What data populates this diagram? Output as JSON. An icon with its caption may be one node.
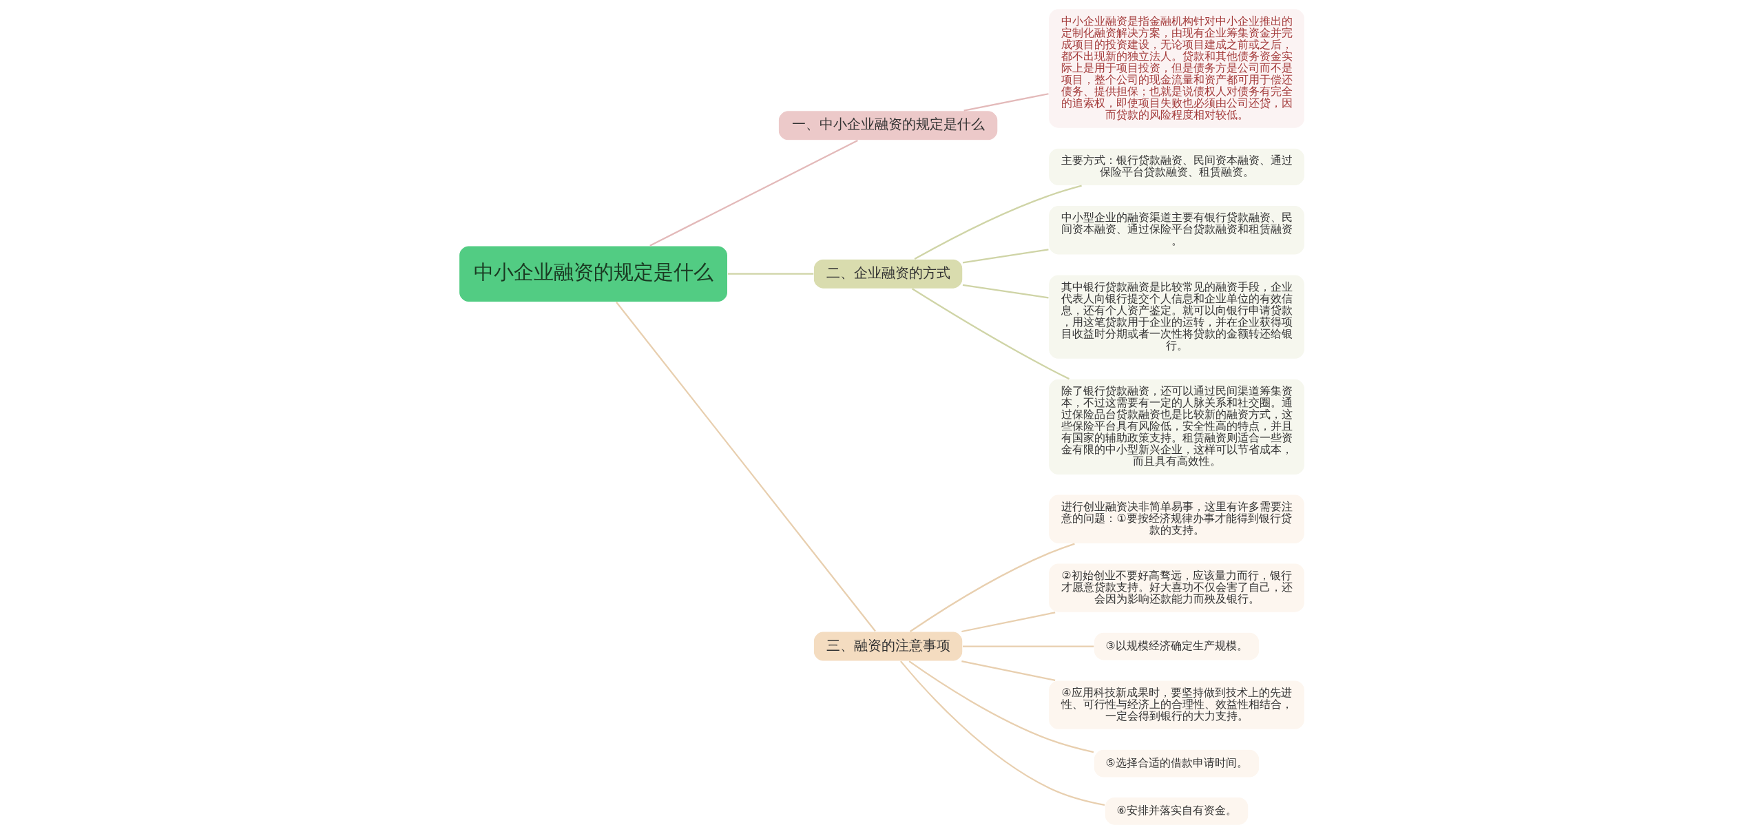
{
  "diagram": {
    "nodes": [
      {
        "text": [
          "中小企业融资的规定是什么"
        ]
      },
      {
        "text": [
          "一、中小企业融资的规定是什么"
        ]
      },
      {
        "text": [
          "中小企业融资是指金融机构针对中小企业推出的定制化融资解决方案，由现有企业筹集资金并完成项目的投资建设，无论项目建成之前或之后，都不出现新的独立法人。贷款和其他债务资金实际上是用于项目投资，但是债务方是公司而不是项目，整个公司的现金流量和资产都可用于偿还债务、提供担保；也就是说债权人对债务有完全的追索权，即使项目失败也必须由公司还贷，因而贷款的风险程度相对较低。"
        ]
      },
      {
        "text": [
          "二、企业融资的方式"
        ]
      },
      {
        "text": [
          "主要方式：银行贷款融资、民间资本融资、通过保险平台贷款融资、租赁融资。"
        ]
      },
      {
        "text": [
          "中小型企业的融资渠道主要有银行贷款融资、民间资本融资、通过保险平台贷款融资和租赁融资。"
        ]
      },
      {
        "text": [
          "其中银行贷款融资是比较常见的融资手段，企业代表人向银行提交个人信息和企业单位的有效信息，还有个人资产鉴定。就可以向银行申请贷款，用这笔贷款用于企业的运转，并在企业获得项目收益时分期或者一次性将贷款的金额转还给银行。"
        ]
      },
      {
        "text": [
          "除了银行贷款融资，还可以通过民间渠道筹集资本，不过这需要有一定的人脉关系和社交圈。通过保险品台贷款融资也是比较新的融资方式，这些保险平台具有风险低，安全性高的特点，并且有国家的辅助政策支持。租赁融资则适合一些资金有限的中小型新兴企业，这样可以节省成本，而且具有高效性。"
        ]
      },
      {
        "text": [
          "三、融资的注意事项"
        ]
      },
      {
        "text": [
          "进行创业融资决非简单易事，这里有许多需要注意的问题：①要按经济规律办事才能得到银行贷款的支持。"
        ]
      },
      {
        "text": [
          "②初始创业不要好高骛远，应该量力而行，银行才愿意贷款支持。好大喜功不仅会害了自己，还会因为影响还款能力而殃及银行。"
        ]
      },
      {
        "text": [
          "③以规模经济确定生产规模。"
        ]
      },
      {
        "text": [
          "④应用科技新成果时，要坚持做到技术上的先进性、可行性与经济上的合理性、效益性相结合，一定会得到银行的大力支持。"
        ]
      },
      {
        "text": [
          "⑤选择合适的借款申请时间。"
        ]
      },
      {
        "text": [
          "⑥安排并落实自有资金。"
        ]
      }
    ],
    "edges": [
      {
        "from": 0,
        "to": 1,
        "arrow": "none",
        "color": "#e3b9b9"
      },
      {
        "from": 1,
        "to": 2,
        "arrow": "none",
        "color": "#e3b9b9"
      },
      {
        "from": 0,
        "to": 3,
        "arrow": "none",
        "color": "#cfd4a6"
      },
      {
        "from": 3,
        "to": 4,
        "arrow": "none",
        "color": "#cfd4a6"
      },
      {
        "from": 3,
        "to": 5,
        "arrow": "none",
        "color": "#cfd4a6"
      },
      {
        "from": 3,
        "to": 6,
        "arrow": "none",
        "color": "#cfd4a6"
      },
      {
        "from": 3,
        "to": 7,
        "arrow": "none",
        "color": "#cfd4a6"
      },
      {
        "from": 0,
        "to": 8,
        "arrow": "none"
      },
      {
        "from": 8,
        "to": 9,
        "arrow": "none"
      },
      {
        "from": 8,
        "to": 10,
        "arrow": "none"
      },
      {
        "from": 8,
        "to": 11,
        "arrow": "none"
      },
      {
        "from": 8,
        "to": 12,
        "arrow": "none"
      },
      {
        "from": 8,
        "to": 13,
        "arrow": "none"
      },
      {
        "from": 8,
        "to": 14,
        "arrow": "none"
      }
    ]
  }
}
